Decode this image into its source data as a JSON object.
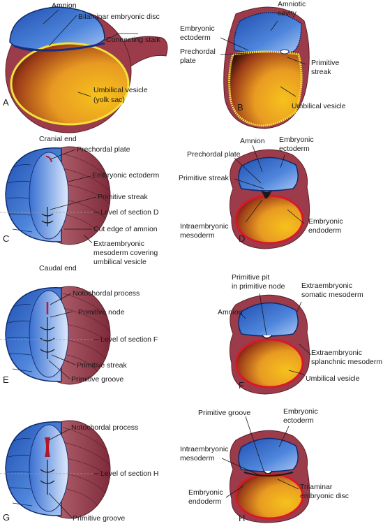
{
  "panels": {
    "A": {
      "letter": "A",
      "labels": {
        "amnion": "Amnion",
        "disc": "Bilaminar embryonic disc",
        "stalk": "Connecting stalk",
        "yolk1": "Umbilical vesicle",
        "yolk2": "(yolk sac)"
      }
    },
    "B": {
      "letter": "B",
      "labels": {
        "cav1": "Amniotic",
        "cav2": "cavity",
        "ecto1": "Embryonic",
        "ecto2": "ectoderm",
        "pre1": "Prechordal",
        "pre2": "plate",
        "ps1": "Primitive",
        "ps2": "streak",
        "uv": "Umbilical vesicle"
      }
    },
    "C": {
      "letter": "C",
      "labels": {
        "cranial": "Cranial end",
        "prechordal": "Prechordal plate",
        "ecto": "Embryonic ectoderm",
        "ps": "Primitive streak",
        "level": "Level of section D",
        "cut": "Cut edge of amnion",
        "ext1": "Extraembryonic",
        "ext2": "mesoderm covering",
        "ext3": "umbilical vesicle",
        "caudal": "Caudal end"
      }
    },
    "D": {
      "letter": "D",
      "labels": {
        "amnion": "Amnion",
        "ecto1": "Embryonic",
        "ecto2": "ectoderm",
        "pre": "Prechordal plate",
        "ps": "Primitive streak",
        "intra1": "Intraembryonic",
        "intra2": "mesoderm",
        "endo1": "Embryonic",
        "endo2": "endoderm"
      }
    },
    "E": {
      "letter": "E",
      "labels": {
        "noto": "Notochordal process",
        "pn": "Primitive node",
        "level": "Level of section F",
        "ps": "Primitive streak",
        "pg": "Primitive groove"
      }
    },
    "F": {
      "letter": "F",
      "labels": {
        "pit1": "Primitive pit",
        "pit2": "in primitive node",
        "amnion": "Amnion",
        "som1": "Extraembryonic",
        "som2": "somatic mesoderm",
        "spl1": "Extraembryonic",
        "spl2": "splanchnic mesoderm",
        "uv": "Umbilical vesicle"
      }
    },
    "G": {
      "letter": "G",
      "labels": {
        "noto": "Notochordal process",
        "level": "Level of section H",
        "pg": "Primitive groove"
      }
    },
    "H": {
      "letter": "H",
      "labels": {
        "pg": "Primitive groove",
        "ecto1": "Embryonic",
        "ecto2": "ectoderm",
        "intra1": "Intraembryonic",
        "intra2": "mesoderm",
        "endo1": "Embryonic",
        "endo2": "endoderm",
        "tri1": "Trilaminar",
        "tri2": "embryonic disc"
      }
    }
  },
  "colors": {
    "ectoderm": "#2f64c8",
    "tissue": "#9c3b4a",
    "yolk": "#e8b020",
    "dark": "#5a2a10"
  }
}
